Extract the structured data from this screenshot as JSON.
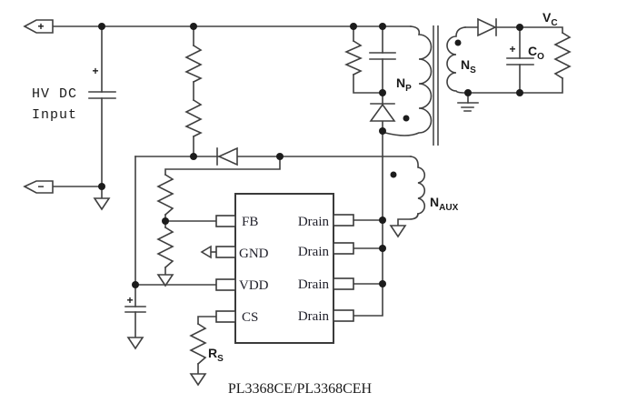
{
  "caption": "PL3368CE/PL3368CEH",
  "input": {
    "label_line1": "HV DC",
    "label_line2": "Input",
    "plus_terminal": "+",
    "minus_terminal": "−",
    "bulk_cap_plus": "+"
  },
  "ic": {
    "left_pins": [
      "FB",
      "GND",
      "VDD",
      "CS"
    ],
    "right_pins": [
      "Drain",
      "Drain",
      "Drain",
      "Drain"
    ]
  },
  "transformer": {
    "primary": {
      "main": "N",
      "sub": "P"
    },
    "secondary": {
      "main": "N",
      "sub": "S"
    },
    "auxiliary": {
      "main": "N",
      "sub": "AUX"
    }
  },
  "output": {
    "voltage": {
      "main": "V",
      "sub": "C"
    },
    "cap": {
      "main": "C",
      "sub": "O"
    },
    "cap_plus": "+"
  },
  "vdd_cap_plus": "+",
  "sense_resistor": {
    "main": "R",
    "sub": "S"
  },
  "colors": {
    "wire": "#404040",
    "text": "#1a1a1a",
    "core": "#6e6e6e",
    "background": "#ffffff"
  }
}
